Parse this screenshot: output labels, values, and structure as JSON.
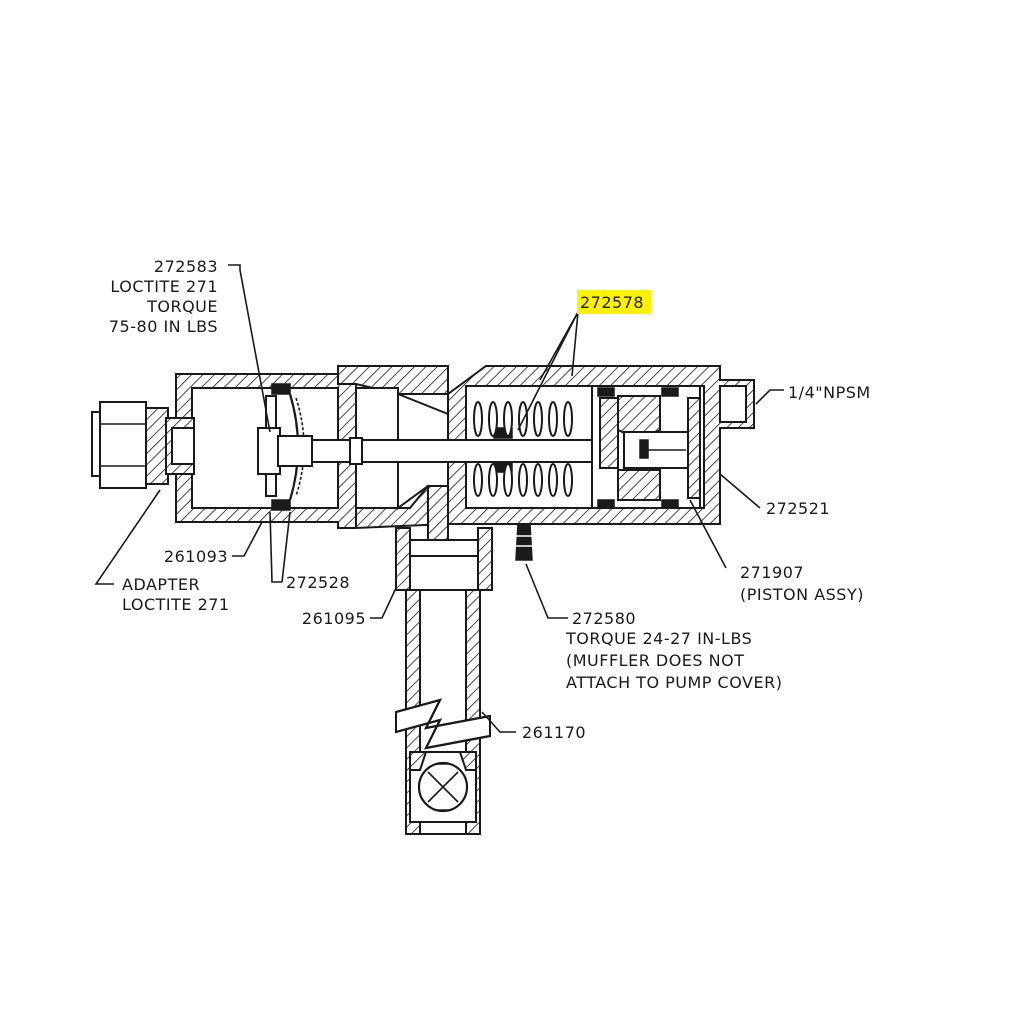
{
  "diagram": {
    "labels": {
      "p272583": [
        "272583",
        "LOCTITE 271",
        "TORQUE",
        "75-80 IN LBS"
      ],
      "p272578": "272578",
      "p_npsm": "1/4\"NPSM",
      "p272521": "272521",
      "p271907": [
        "271907",
        "(PISTON ASSY)"
      ],
      "p261093": "261093",
      "p_adapter": [
        "ADAPTER",
        "LOCTITE 271"
      ],
      "p272528": "272528",
      "p261095": "261095",
      "p272580": [
        "272580",
        "TORQUE 24-27 IN-LBS",
        "(MUFFLER DOES NOT",
        "ATTACH TO PUMP COVER)"
      ],
      "p261170": "261170"
    },
    "highlight_color": "#fff200",
    "line_color": "#1a1a1a"
  }
}
